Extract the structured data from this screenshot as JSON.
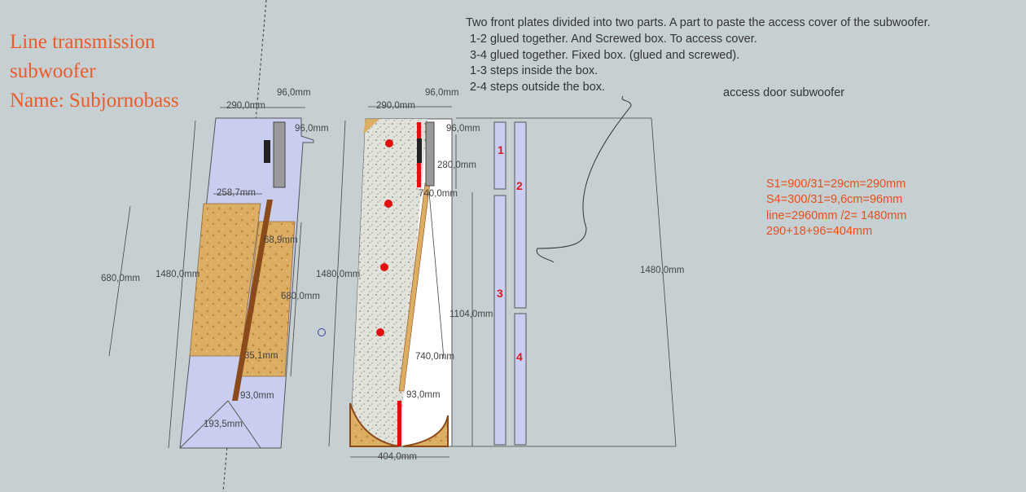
{
  "title": {
    "lines": [
      "Line transmission",
      "subwoofer",
      "Name: Subjornobass"
    ]
  },
  "notes": {
    "lines": [
      "Two front plates divided into two parts. A part to paste the access cover of the subwoofer.",
      "1-2 glued together. And Screwed box. To access cover.",
      "3-4 glued together. Fixed box. (glued and screwed).",
      "1-3 steps inside the box.",
      "2-4 steps outside the box."
    ]
  },
  "access_label": "access door subwoofer",
  "formulas": {
    "lines": [
      "S1=900/31=29cm=290mm",
      "S4=300/31=9,6cm=96mm",
      "line=2960mm /2= 1480mm",
      "290+18+96=404mm"
    ]
  },
  "dimensions": {
    "left_width": "290,0mm",
    "left_top_right": "96,0mm",
    "left_side_96": "96,0mm",
    "left_258": "258,7mm",
    "left_68": "68,9mm",
    "left_680_outer": "680,0mm",
    "left_1480": "1480,0mm",
    "left_680_inner": "680,0mm",
    "left_35": "35,1mm",
    "left_93": "93,0mm",
    "left_193": "193,5mm",
    "mid_width": "290,0mm",
    "mid_top_right": "96,0mm",
    "mid_side_96": "96,0mm",
    "mid_280": "280,0mm",
    "mid_740_top": "740,0mm",
    "mid_1480": "1480,0mm",
    "mid_1104": "1104,0mm",
    "mid_740_bottom": "740,0mm",
    "mid_93": "93,0mm",
    "mid_404": "404,0mm",
    "right_1480": "1480,0mm"
  },
  "panels": {
    "labels": [
      "1",
      "2",
      "3",
      "4"
    ]
  },
  "colors": {
    "background": "#c6d0d2",
    "panel_fill": "#c9cdf0",
    "osb": "#d9ad62",
    "accent_text": "#ec5a2a",
    "marker_red": "#e01010",
    "divider_brown": "#8a4a1a"
  }
}
